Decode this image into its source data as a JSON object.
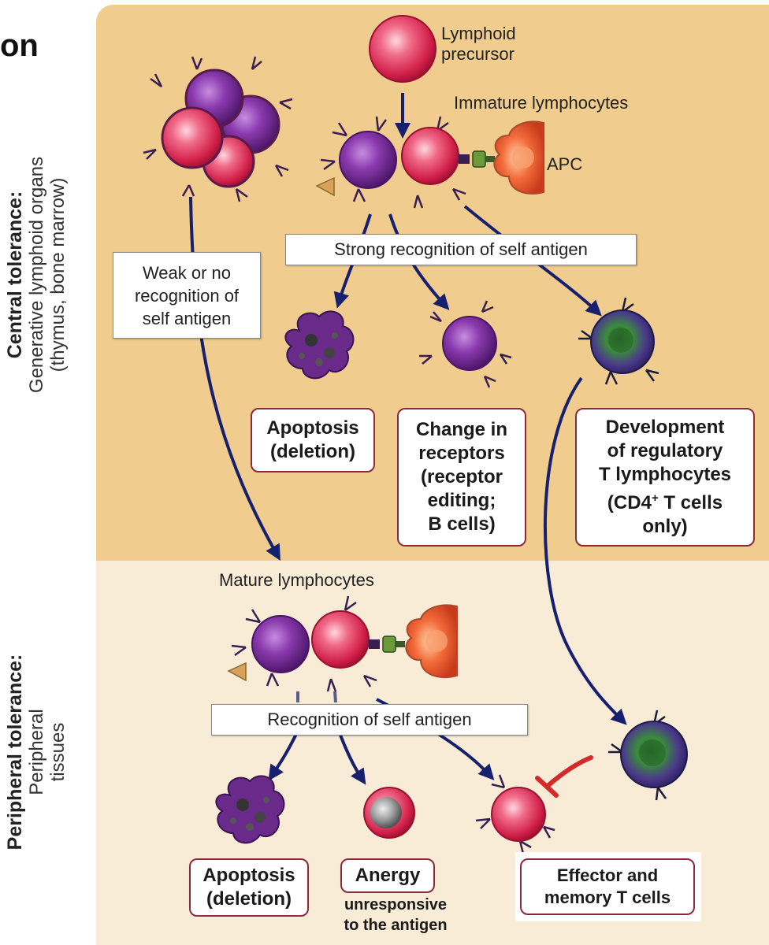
{
  "title_fragment": "on",
  "central": {
    "side_title": "Central tolerance:",
    "side_sub_1": "Generative lymphoid organs",
    "side_sub_2": "(thymus, bone marrow)",
    "lymphoid_precursor_1": "Lymphoid",
    "lymphoid_precursor_2": "precursor",
    "immature_label": "Immature lymphocytes",
    "apc_label": "APC",
    "strong_recognition": "Strong recognition of self antigen",
    "weak_1": "Weak or no",
    "weak_2": "recognition of",
    "weak_3": "self antigen",
    "apoptosis_1": "Apoptosis",
    "apoptosis_2": "(deletion)",
    "change_1": "Change in",
    "change_2": "receptors",
    "change_3": "(receptor",
    "change_4": "editing;",
    "change_5": "B cells)",
    "dev_1": "Development",
    "dev_2": "of regulatory",
    "dev_3": "T lymphocytes",
    "dev_4": "(CD4",
    "dev_4_sup": "+",
    "dev_4_rest": " T cells",
    "dev_5": "only)"
  },
  "peripheral": {
    "side_title": "Peripheral tolerance:",
    "side_sub_1": "Peripheral",
    "side_sub_2": "tissues",
    "mature_label": "Mature lymphocytes",
    "recognition": "Recognition of self antigen",
    "apoptosis_1": "Apoptosis",
    "apoptosis_2": "(deletion)",
    "anergy": "Anergy",
    "anergy_note_1": "unresponsive",
    "anergy_note_2": "to the antigen",
    "effector_1": "Effector and",
    "effector_2": "memory T cells"
  },
  "colors": {
    "central_bg": "#f0cc8e",
    "peripheral_bg": "#f8ecd6",
    "arrow": "#17206e",
    "box_border": "#8a2a3c",
    "red_cell": "#e8365c",
    "purple_cell": "#7a2f9a",
    "green_cell": "#3b8c3c",
    "inhibit": "#d42a2a"
  }
}
